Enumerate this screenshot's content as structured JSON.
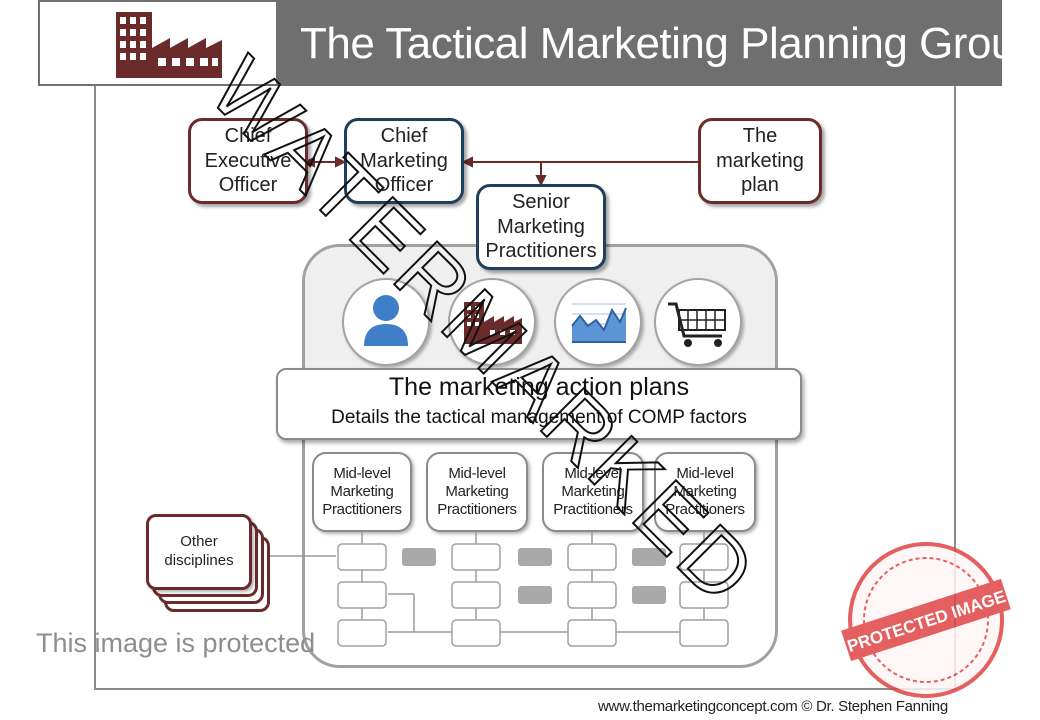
{
  "header": {
    "title": "The Tactical Marketing Planning Group",
    "logo_icon": "factory-icon"
  },
  "top_nodes": {
    "ceo": "Chief\nExecutive\nOfficer",
    "cmo": "Chief\nMarketing\nOfficer",
    "plan": "The\nmarketing\nplan",
    "senior": "Senior\nMarketing\nPractitioners"
  },
  "factor_icons": [
    "person-icon",
    "factory-icon",
    "chart-icon",
    "shopping-cart-icon"
  ],
  "action_plans": {
    "title": "The marketing action plans",
    "subtitle": "Details the tactical management of COMP factors"
  },
  "mid_level": [
    "Mid-level\nMarketing\nPractitioners",
    "Mid-level\nMarketing\nPractitioners",
    "Mid-level\nMarketing\nPractitioners",
    "Mid-level\nMarketing\nPractitioners"
  ],
  "other_disciplines": "Other\ndisciplines",
  "watermark": "WATERMARKED",
  "protected_notice": "This image is protected",
  "stamp_text": "PROTECTED IMAGE",
  "footer": "www.themarketingconcept.com © Dr. Stephen Fanning",
  "colors": {
    "header": "#6f6f6f",
    "maroon": "#6b2b2b",
    "navy": "#1f3f5f",
    "icon_blue": "#3f7fc8",
    "stamp_red": "#e04545"
  }
}
